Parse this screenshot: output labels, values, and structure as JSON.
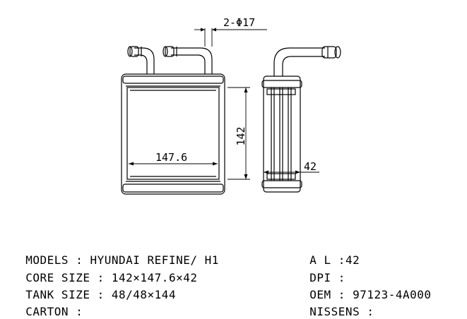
{
  "dimensions": {
    "pipe": "2-Φ17",
    "height": "142",
    "width": "147.6",
    "depth": "42"
  },
  "specs_left": [
    {
      "label": "MODELS",
      "value": "HYUNDAI REFINE/ H1"
    },
    {
      "label": "CORE SIZE",
      "value": "142×147.6×42"
    },
    {
      "label": "TANK SIZE",
      "value": "48/48×144"
    },
    {
      "label": "CARTON",
      "value": ""
    }
  ],
  "specs_right": [
    {
      "label": "A L",
      "value": "42"
    },
    {
      "label": "DPI",
      "value": ""
    },
    {
      "label": "OEM",
      "value": "97123-4A000"
    },
    {
      "label": "NISSENS",
      "value": ""
    }
  ]
}
